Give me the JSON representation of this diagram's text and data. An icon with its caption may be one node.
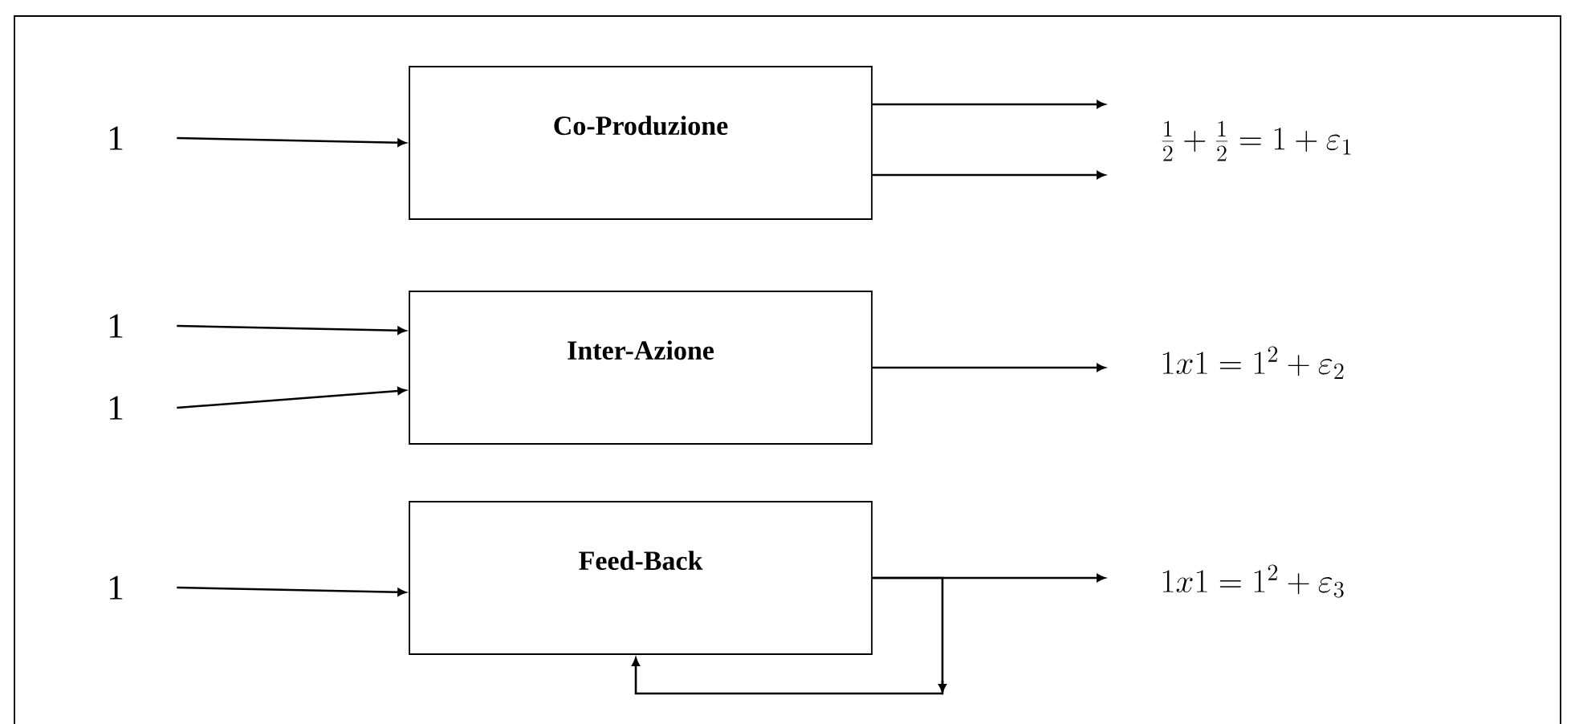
{
  "diagram": {
    "nodes": [
      {
        "text": [
          "1"
        ]
      },
      {
        "text": [
          "Co-Produzione"
        ]
      },
      {
        "text": [
          "\\frac{1}{2}+\\frac{1}{2}=1+\\varepsilon_{1}"
        ]
      },
      {
        "text": [
          "1"
        ]
      },
      {
        "text": [
          "1"
        ]
      },
      {
        "text": [
          "Inter-Azione"
        ]
      },
      {
        "text": [
          "1x1=1^{2}+\\varepsilon_{2}"
        ]
      },
      {
        "text": [
          "1"
        ]
      },
      {
        "text": [
          "Feed-Back"
        ]
      },
      {
        "text": [
          "1x1=1^{2}+\\varepsilon_{3}"
        ]
      }
    ],
    "edges": [
      {
        "from": 0,
        "to": 1,
        "arrow": "to"
      },
      {
        "from": 1,
        "to": 2,
        "arrow": "to"
      },
      {
        "from": 1,
        "to": 2,
        "arrow": "to"
      },
      {
        "from": 3,
        "to": 5,
        "arrow": "to"
      },
      {
        "from": 4,
        "to": 5,
        "arrow": "to"
      },
      {
        "from": 5,
        "to": 6,
        "arrow": "to"
      },
      {
        "from": 7,
        "to": 8,
        "arrow": "to"
      },
      {
        "from": 8,
        "to": 9,
        "arrow": "to"
      },
      {
        "from": 8,
        "to": 8,
        "arrow": "to"
      }
    ]
  }
}
